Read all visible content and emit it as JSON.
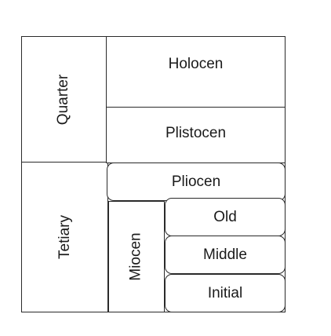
{
  "periods": {
    "quarter": "Quarter",
    "tetiary": "Tetiary"
  },
  "epochs": {
    "holocen": "Holocen",
    "plistocen": "Plistocen",
    "pliocen": "Pliocen",
    "miocen": "Miocen"
  },
  "miocen_stages": {
    "old": "Old",
    "middle": "Middle",
    "initial": "Initial"
  }
}
